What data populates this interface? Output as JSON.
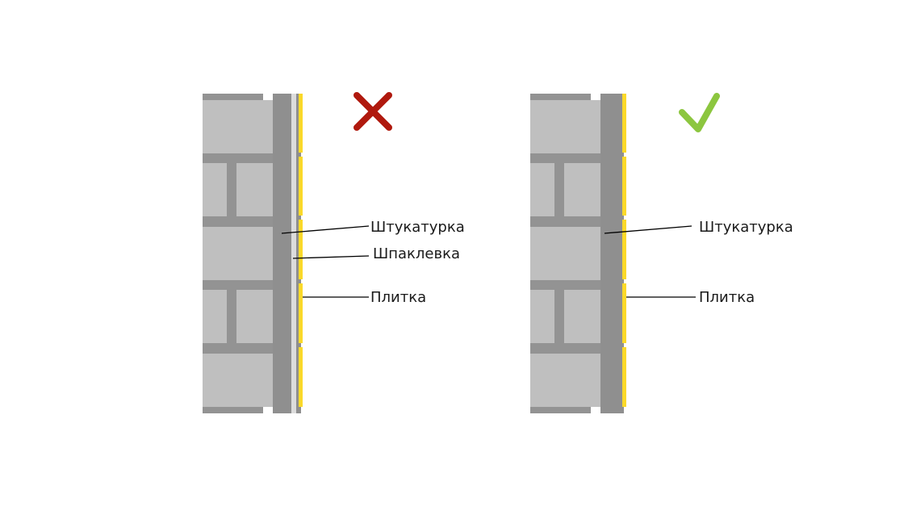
{
  "diagram": {
    "panels": [
      {
        "id": "wrong",
        "verdict": "wrong",
        "verdict_color": "#b0190e",
        "labels": {
          "plaster": "Штукатурка",
          "putty": "Шпаклевка",
          "tile": "Плитка"
        }
      },
      {
        "id": "correct",
        "verdict": "correct",
        "verdict_color": "#8cc63f",
        "labels": {
          "plaster": "Штукатурка",
          "tile": "Плитка"
        }
      }
    ],
    "colors": {
      "brick": "#bfbfbf",
      "mortar": "#939393",
      "plaster": "#8f8f8f",
      "putty": "#dcdcdc",
      "tile": "#fbd929",
      "leader": "#000000"
    },
    "icons": {
      "wrong": "cross-icon",
      "correct": "check-icon"
    }
  }
}
